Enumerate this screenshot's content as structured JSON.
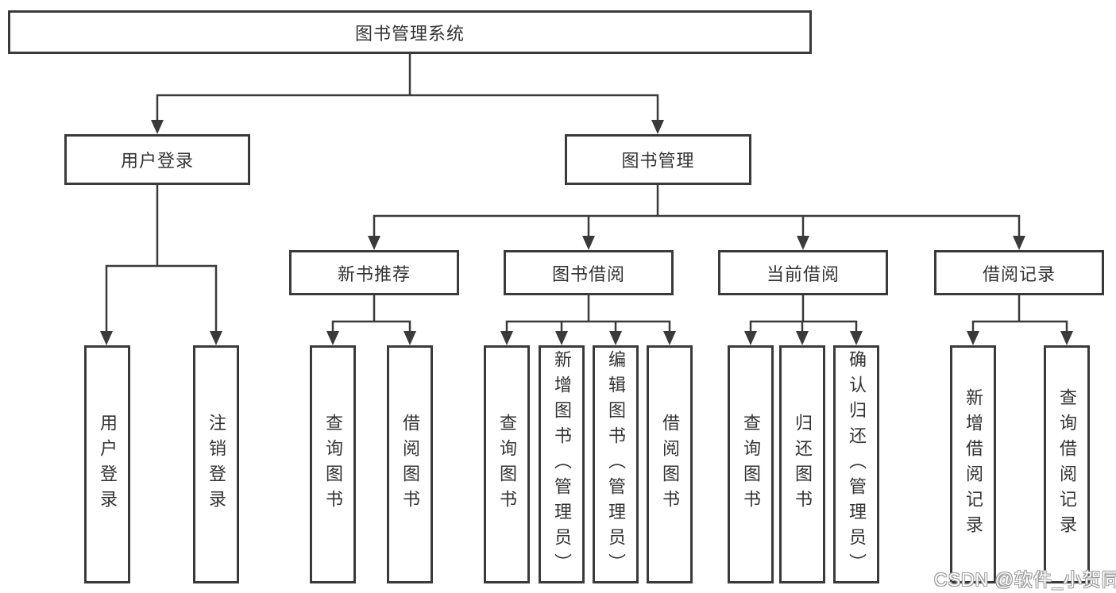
{
  "title": "图书管理系统",
  "tree": {
    "root": "图书管理系统",
    "branches": [
      {
        "label": "用户登录",
        "leaves": [
          "用户登录",
          "注销登录"
        ]
      },
      {
        "label": "图书管理",
        "groups": [
          {
            "label": "新书推荐",
            "leaves": [
              "查询图书",
              "借阅图书"
            ]
          },
          {
            "label": "图书借阅",
            "leaves": [
              "查询图书",
              "新增图书（管理员）",
              "编辑图书（管理员）",
              "借阅图书"
            ]
          },
          {
            "label": "当前借阅",
            "leaves": [
              "查询图书",
              "归还图书",
              "确认归还（管理员）"
            ]
          },
          {
            "label": "借阅记录",
            "leaves": [
              "新增借阅记录",
              "查询借阅记录"
            ]
          }
        ]
      }
    ]
  },
  "watermark": "CSDN @软件_小贺同学",
  "colors": {
    "line": "#3a3a3a",
    "text": "#333333",
    "background": "#ffffff",
    "watermark_fill": "#ffffff",
    "watermark_outline": "#9a9a9a"
  }
}
